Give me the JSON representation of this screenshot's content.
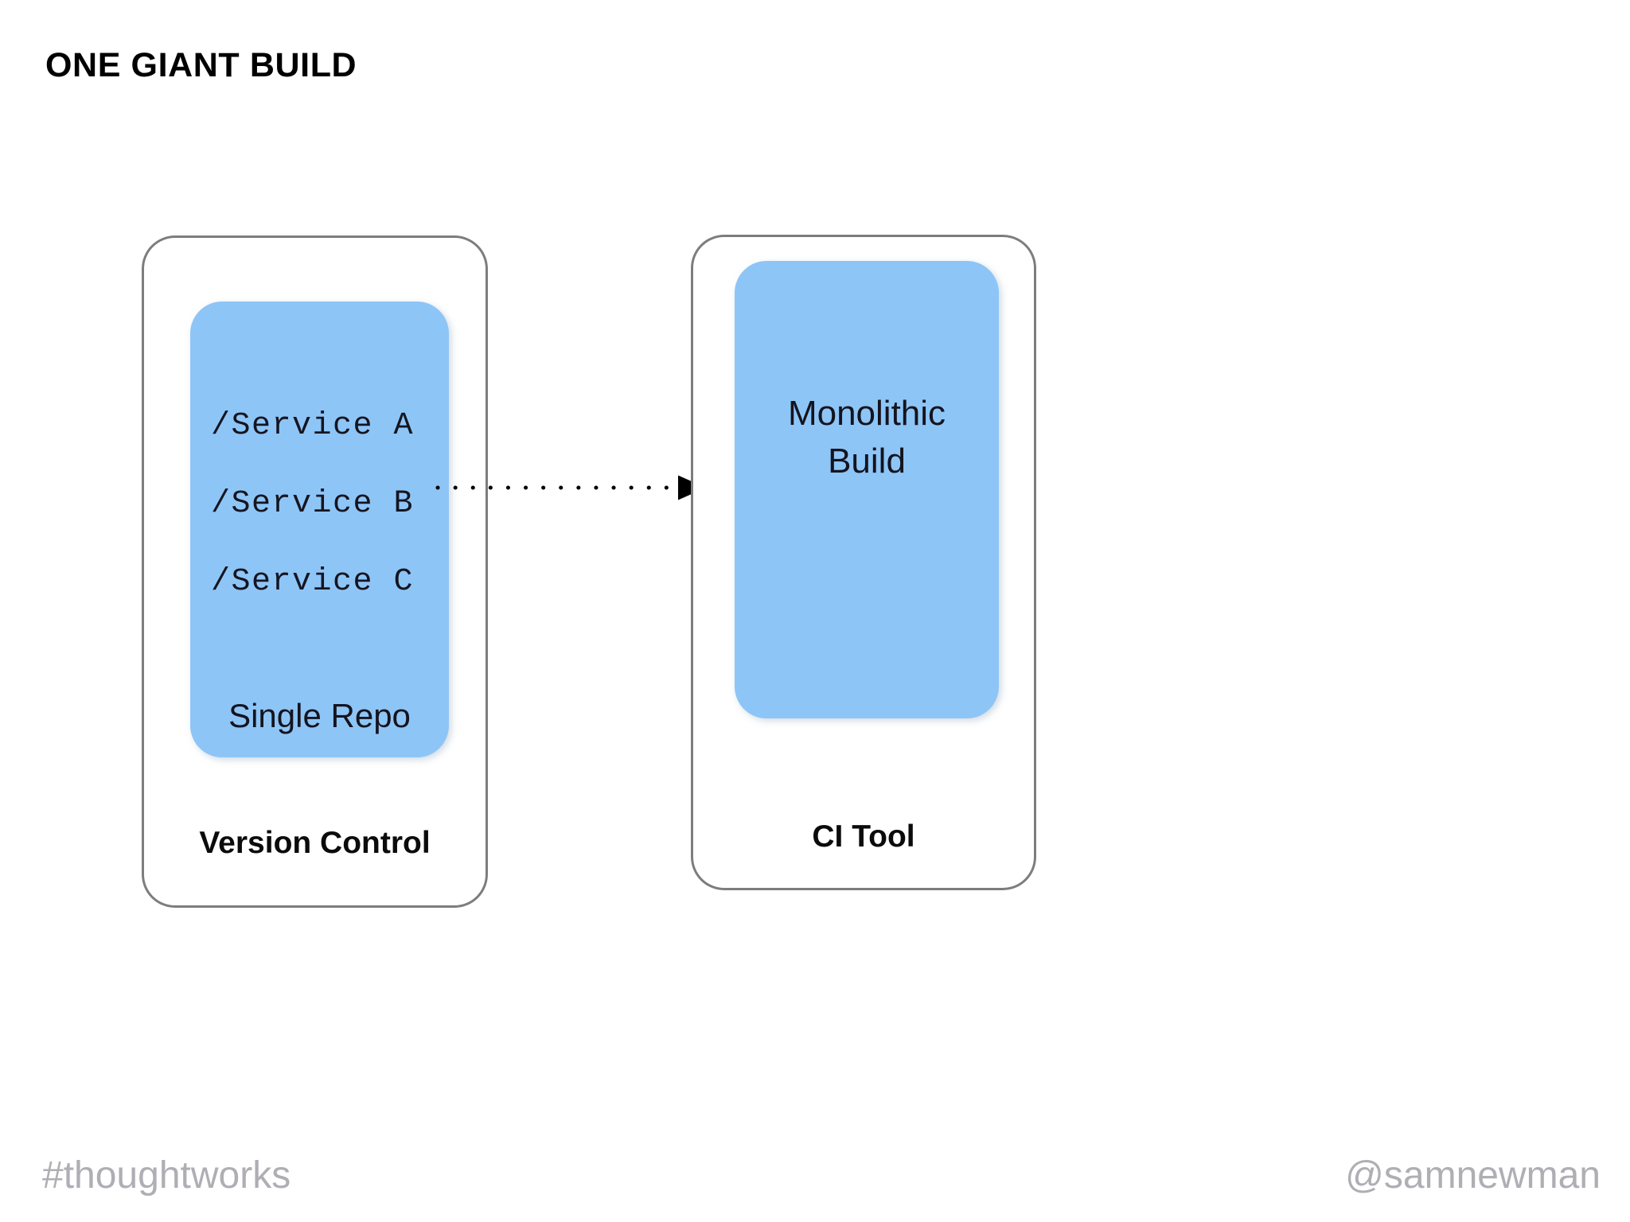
{
  "slide": {
    "title": "ONE GIANT BUILD",
    "background_color": "#ffffff"
  },
  "colors": {
    "blue_box_fill": "#8EC5F7",
    "card_border": "#7d7d7d",
    "text_dark": "#14141e",
    "footer_gray": "#aeaeb4",
    "title_black": "#000000"
  },
  "cards": [
    {
      "id": "version-control",
      "label": "Version Control",
      "inner_box": {
        "id": "single-repo",
        "caption": "Single Repo",
        "lines": [
          "/Service A",
          "/Service B",
          "/Service C"
        ]
      }
    },
    {
      "id": "ci-tool",
      "label": "CI Tool",
      "inner_box": {
        "id": "monolithic-build",
        "line1": "Monolithic",
        "line2": "Build"
      }
    }
  ],
  "arrow": {
    "name": "dotted-arrow",
    "style": "dotted",
    "direction": "left-to-right",
    "from": "single-repo",
    "to": "monolithic-build",
    "color": "#000000"
  },
  "footer": {
    "left": "#thoughtworks",
    "right": "@samnewman"
  }
}
